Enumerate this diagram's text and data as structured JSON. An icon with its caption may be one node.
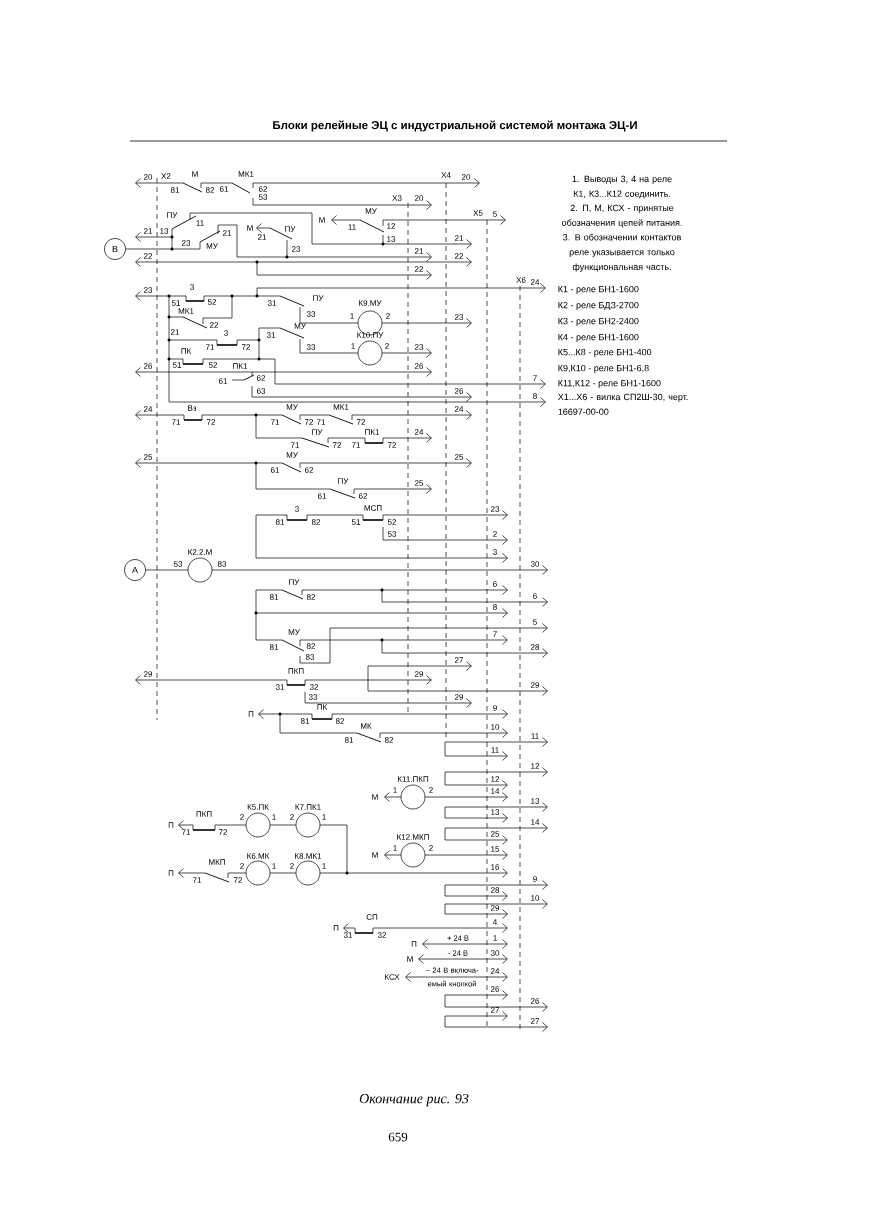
{
  "diagram": {
    "title": "Блоки релейные ЭЦ с индустриальной системой монтажа ЭЦ-И",
    "caption": "Окончание рис. 93",
    "nodes": [
      {
        "text": [
          "В"
        ]
      },
      {
        "text": [
          "А"
        ]
      }
    ],
    "labels": [
      "20",
      "Х2",
      "М",
      "МК1",
      "Х4",
      "20",
      "81",
      "82",
      "61",
      "62",
      "53",
      "Х3",
      "20",
      "ПУ",
      "МУ",
      "Х5",
      "5",
      "21",
      "13",
      "11",
      "21",
      "М",
      "ПУ",
      "М",
      "11",
      "12",
      "23",
      "МУ",
      "21",
      "23",
      "13",
      "21",
      "21",
      "22",
      "22",
      "22",
      "23",
      "3",
      "Х6",
      "24",
      "51",
      "52",
      "31",
      "ПУ",
      "К9.МУ",
      "МК1",
      "33",
      "1",
      "2",
      "23",
      "22",
      "21",
      "3",
      "31",
      "МУ",
      "К10.ПУ",
      "71",
      "72",
      "33",
      "1",
      "2",
      "23",
      "ПК",
      "26",
      "51",
      "52",
      "ПК1",
      "26",
      "61",
      "62",
      "7",
      "63",
      "26",
      "8",
      "24",
      "Вз",
      "МУ",
      "МК1",
      "24",
      "71",
      "72",
      "71",
      "72",
      "71",
      "72",
      "ПУ",
      "ПК1",
      "24",
      "71",
      "72",
      "71",
      "72",
      "25",
      "МУ",
      "25",
      "61",
      "62",
      "ПУ",
      "25",
      "61",
      "62",
      "3",
      "МСП",
      "23",
      "81",
      "82",
      "51",
      "52",
      "53",
      "2",
      "К2.2.М",
      "3",
      "53",
      "83",
      "30",
      "ПУ",
      "6",
      "81",
      "82",
      "6",
      "8",
      "5",
      "МУ",
      "7",
      "81",
      "82",
      "28",
      "83",
      "27",
      "29",
      "ПКП",
      "29",
      "31",
      "32",
      "29",
      "33",
      "29",
      "П",
      "ПК",
      "9",
      "81",
      "82",
      "МК",
      "10",
      "81",
      "82",
      "11",
      "11",
      "12",
      "К11.ПКП",
      "12",
      "М",
      "1",
      "2",
      "14",
      "ПКП",
      "К5.ПК",
      "К7.ПК1",
      "13",
      "13",
      "2",
      "1",
      "2",
      "1",
      "14",
      "П",
      "71",
      "72",
      "К12.МКП",
      "25",
      "МКП",
      "К6.МК",
      "К8.МК1",
      "М",
      "1",
      "2",
      "15",
      "П",
      "2",
      "1",
      "2",
      "1",
      "16",
      "71",
      "72",
      "9",
      "28",
      "10",
      "29",
      "П",
      "СП",
      "4",
      "31",
      "32",
      "П",
      "+ 24 В",
      "1",
      "М",
      "- 24 В",
      "30",
      "КСХ",
      "~ 24 В включа- емый кнопкой",
      "24",
      "26",
      "26",
      "27",
      "27",
      "1. Выводы 3, 4 на реле К1, К3...К12 соединить.",
      "2. П, М, КСХ - принятые обозначения цепей питания.",
      "3. В обозначении контактов реле указывается только функциональная часть.",
      "К1 - реле БН1-1600",
      "К2 - реле БДЗ-2700",
      "К3 - реле БН2-2400",
      "К4 - реле БН1-1600",
      "К5...К8 - реле БН1-400",
      "К9,К10 - реле БН1-6,8",
      "К11,К12 - реле БН1-1600",
      "Х1...Х6 - вилка СП2Ш-30, черт. 16697-00-00",
      "659"
    ]
  }
}
